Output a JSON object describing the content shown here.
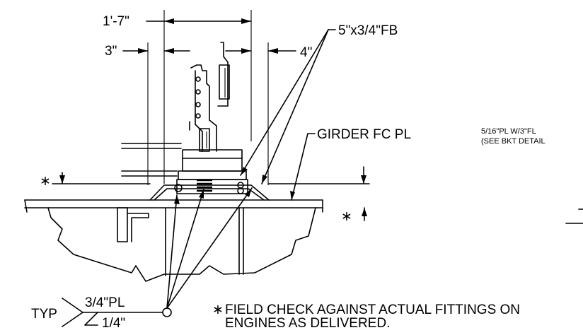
{
  "labels": {
    "dim_overall": "1'-7\"",
    "dim_left": "3\"",
    "dim_right": "4\"",
    "flat_bar": "5\"x3/4\"FB",
    "girder": "GIRDER FC PL",
    "bracket_line1": "5/16\"PL W/3\"FL",
    "bracket_line2": "(SEE BKT DETAIL",
    "plate": "3/4\"PL",
    "weld_typ": "TYP",
    "weld_size": "1/4\"",
    "note_line1": "FIELD CHECK AGAINST ACTUAL FITTINGS ON",
    "note_line2": "ENGINES AS DELIVERED.",
    "asterisk": "∗"
  },
  "colors": {
    "line": "#000000",
    "background": "#ffffff"
  }
}
